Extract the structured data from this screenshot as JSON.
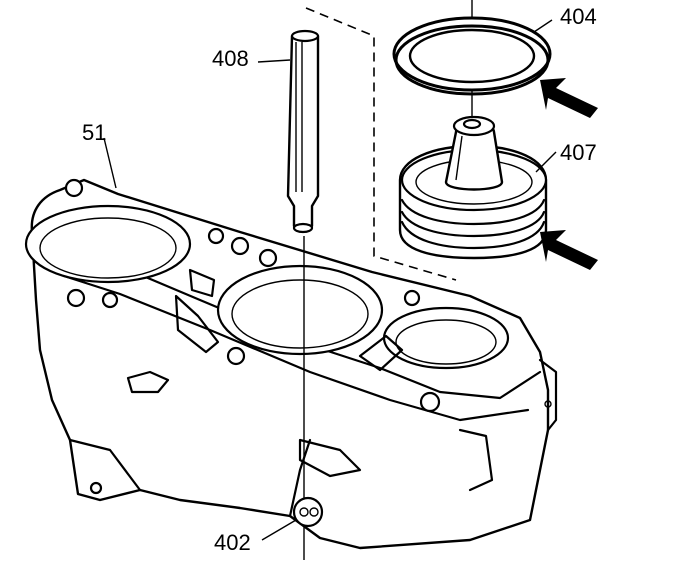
{
  "callouts": {
    "c404": "404",
    "c407": "407",
    "c408": "408",
    "c51": "51",
    "c402": "402"
  },
  "colors": {
    "ink": "#000000",
    "paper": "#ffffff"
  }
}
